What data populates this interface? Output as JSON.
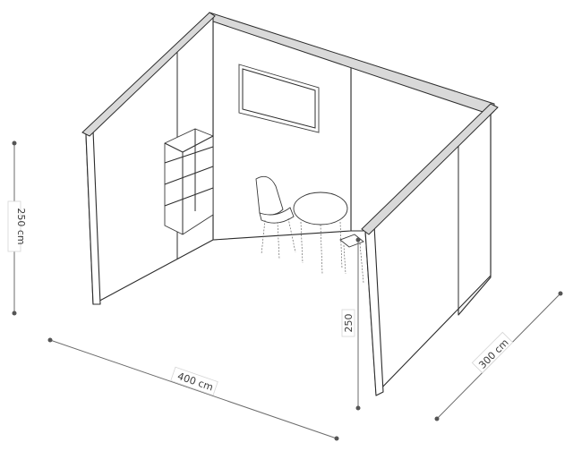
{
  "dimensions": {
    "height_label": "250 cm",
    "width_label": "400 cm",
    "depth_label": "300 cm",
    "front_height_label": "250"
  }
}
